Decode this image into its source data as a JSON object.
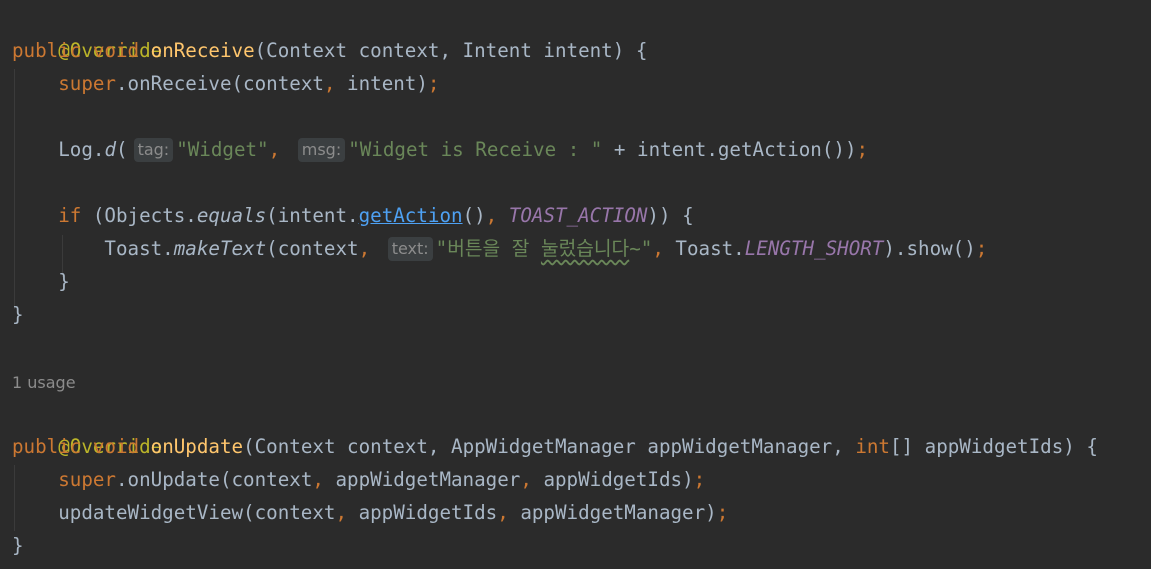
{
  "code": {
    "override": "@Override",
    "kw_public": "public",
    "kw_void": "void",
    "fn_onReceive": "onReceive",
    "onReceive_params": "(Context context, Intent intent) {",
    "kw_super": "super",
    "super_onReceive_call": ".onReceive(context",
    "super_onReceive_rest": " intent)",
    "comma": ",",
    "semicolon": ";",
    "log_prefix": "Log.",
    "log_d": "d",
    "open_paren": "(",
    "hint_tag": "tag:",
    "str_widget": "\"Widget\"",
    "hint_msg": "msg:",
    "str_receive": "\"Widget is Receive : \"",
    "log_tail": " + intent.getAction())",
    "kw_if": "if",
    "if_objects": " (Objects.",
    "fn_equals": "equals",
    "if_intent": "(intent.",
    "fn_getAction": "getAction",
    "if_tail_paren": "()",
    "const_toast_action": "TOAST_ACTION",
    "if_close": ")) {",
    "toast_prefix": "Toast.",
    "fn_makeText": "makeText",
    "toast_context": "(context",
    "hint_text": "text:",
    "str_korean_open": "\"버튼을 잘 ",
    "str_korean_wavy": "눌렀습니다",
    "str_korean_close": "~\"",
    "toast_class": " Toast.",
    "const_length_short": "LENGTH_SHORT",
    "toast_show": ").show()",
    "close_brace": "}",
    "usage_hint": "1 usage",
    "fn_onUpdate": "onUpdate",
    "onUpdate_params_a": "(Context context, AppWidgetManager appWidgetManager, ",
    "kw_int": "int",
    "onUpdate_params_b": "[] appWidgetIds) {",
    "super_onUpdate_call": ".onUpdate(context",
    "onUpdate_arg_mgr": " appWidgetManager",
    "onUpdate_arg_ids": " appWidgetIds)",
    "update_call": "updateWidgetView(context",
    "update_arg_ids": " appWidgetIds",
    "update_arg_mgr": " appWidgetManager)"
  },
  "colors": {
    "background": "#2b2b2b",
    "default_text": "#a9b7c6",
    "annotation": "#bbb529",
    "keyword": "#cc7832",
    "method_declaration": "#ffc66d",
    "string": "#6a8759",
    "constant": "#9876aa",
    "link": "#4ea1f3",
    "hint_background": "#3b3f41",
    "hint_text": "#8c8c8c"
  }
}
